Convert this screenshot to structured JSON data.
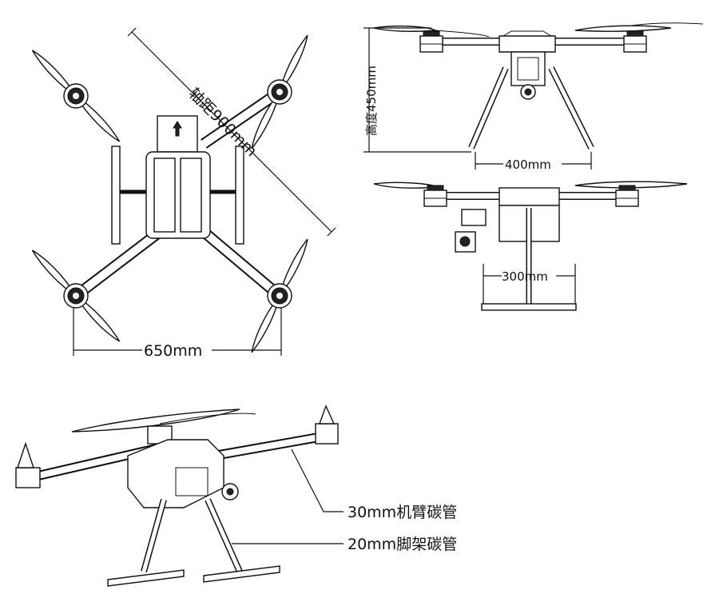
{
  "labels": {
    "wheelbase": "轴距900mm",
    "width": "650mm",
    "height": "高度450mm",
    "leg_span": "400mm",
    "skid_width": "300mm",
    "arm_tube": "30mm机臂碳管",
    "leg_tube": "20mm脚架碳管"
  },
  "colors": {
    "line": "#111111",
    "background": "#ffffff"
  }
}
